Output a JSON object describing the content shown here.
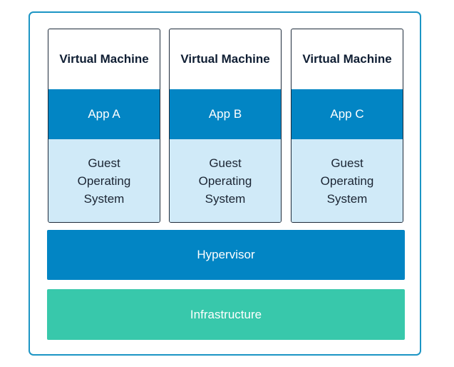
{
  "virtual_machines": [
    {
      "title": "Virtual Machine",
      "app": "App A",
      "os_lines": [
        "Guest",
        "Operating",
        "System"
      ]
    },
    {
      "title": "Virtual Machine",
      "app": "App B",
      "os_lines": [
        "Guest",
        "Operating",
        "System"
      ]
    },
    {
      "title": "Virtual Machine",
      "app": "App C",
      "os_lines": [
        "Guest",
        "Operating",
        "System"
      ]
    }
  ],
  "layers": {
    "hypervisor": "Hypervisor",
    "infrastructure": "Infrastructure"
  },
  "colors": {
    "frame_border": "#1c95c4",
    "app_blue": "#0285c4",
    "os_light_blue": "#d0eaf8",
    "infrastructure_green": "#38c8ab",
    "vm_border": "#1d2a3a"
  }
}
